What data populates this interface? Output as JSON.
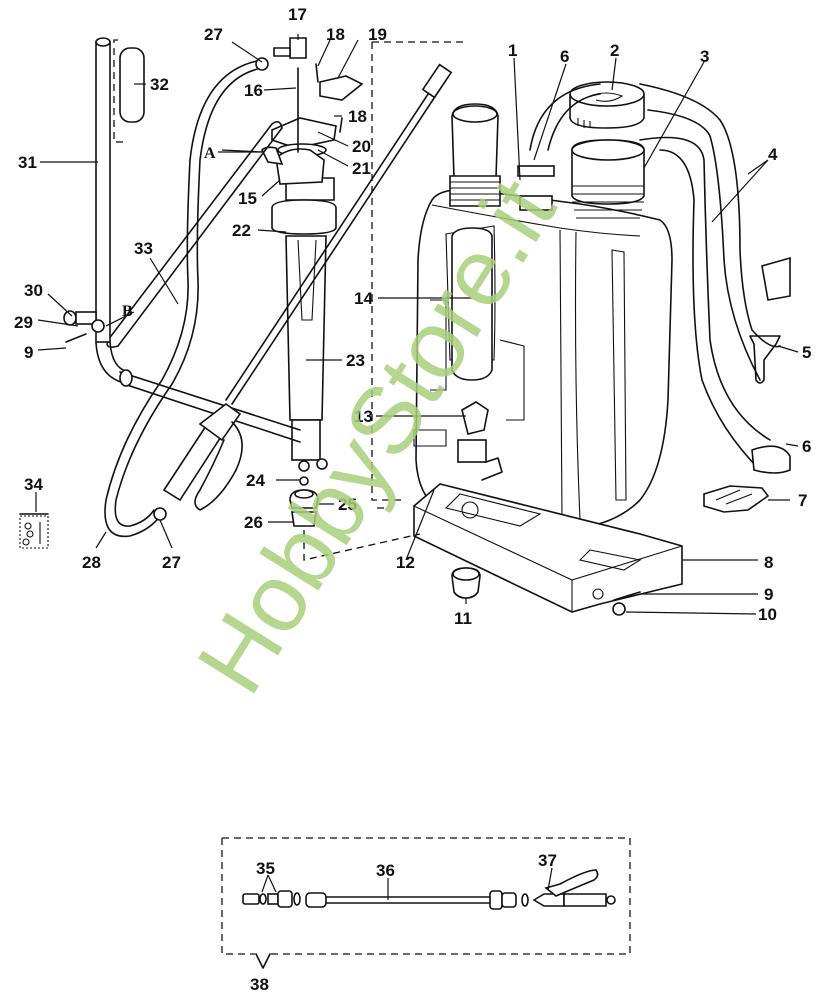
{
  "diagram": {
    "title": "Backpack sprayer exploded parts diagram",
    "watermark": "HobbyStore.it",
    "watermark_color": "#a9cf7c",
    "reference_letters": [
      {
        "id": "A",
        "text": "A"
      },
      {
        "id": "B",
        "text": "B"
      }
    ],
    "part_labels": [
      {
        "id": "p1",
        "text": "1"
      },
      {
        "id": "p2",
        "text": "2"
      },
      {
        "id": "p3",
        "text": "3"
      },
      {
        "id": "p4",
        "text": "4"
      },
      {
        "id": "p5",
        "text": "5"
      },
      {
        "id": "p6a",
        "text": "6"
      },
      {
        "id": "p6b",
        "text": "6"
      },
      {
        "id": "p7",
        "text": "7"
      },
      {
        "id": "p8",
        "text": "8"
      },
      {
        "id": "p9a",
        "text": "9"
      },
      {
        "id": "p9b",
        "text": "9"
      },
      {
        "id": "p10",
        "text": "10"
      },
      {
        "id": "p11",
        "text": "11"
      },
      {
        "id": "p12",
        "text": "12"
      },
      {
        "id": "p13",
        "text": "13"
      },
      {
        "id": "p14",
        "text": "14"
      },
      {
        "id": "p15",
        "text": "15"
      },
      {
        "id": "p16",
        "text": "16"
      },
      {
        "id": "p17",
        "text": "17"
      },
      {
        "id": "p18a",
        "text": "18"
      },
      {
        "id": "p18b",
        "text": "18"
      },
      {
        "id": "p19",
        "text": "19"
      },
      {
        "id": "p20",
        "text": "20"
      },
      {
        "id": "p21",
        "text": "21"
      },
      {
        "id": "p22",
        "text": "22"
      },
      {
        "id": "p23",
        "text": "23"
      },
      {
        "id": "p24",
        "text": "24"
      },
      {
        "id": "p25",
        "text": "25"
      },
      {
        "id": "p26",
        "text": "26"
      },
      {
        "id": "p27a",
        "text": "27"
      },
      {
        "id": "p27b",
        "text": "27"
      },
      {
        "id": "p28",
        "text": "28"
      },
      {
        "id": "p29",
        "text": "29"
      },
      {
        "id": "p30",
        "text": "30"
      },
      {
        "id": "p31",
        "text": "31"
      },
      {
        "id": "p32",
        "text": "32"
      },
      {
        "id": "p33",
        "text": "33"
      },
      {
        "id": "p34",
        "text": "34"
      },
      {
        "id": "p35",
        "text": "35"
      },
      {
        "id": "p36",
        "text": "36"
      },
      {
        "id": "p37",
        "text": "37"
      },
      {
        "id": "p38",
        "text": "38"
      }
    ]
  }
}
